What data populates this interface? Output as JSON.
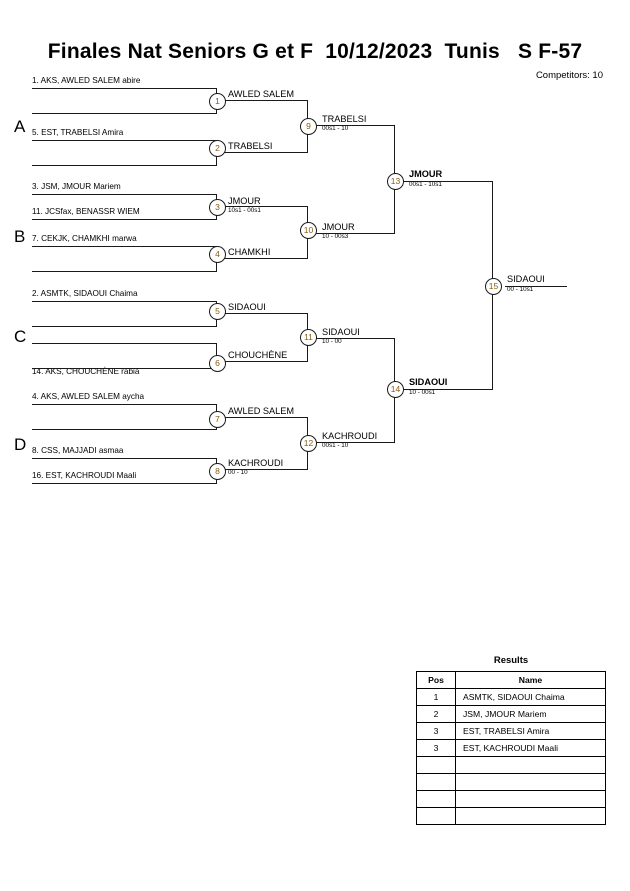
{
  "header": {
    "title": "Finales Nat Seniors G et F  10/12/2023  Tunis   S F-57",
    "competitors": "Competitors: 10"
  },
  "groups": [
    {
      "letter": "A"
    },
    {
      "letter": "B"
    },
    {
      "letter": "C"
    },
    {
      "letter": "D"
    }
  ],
  "round1": [
    {
      "num": "1",
      "top_seed": "1. AKS, AWLED SALEM abire",
      "bottom_seed": "",
      "winner": "AWLED SALEM",
      "score": ""
    },
    {
      "num": "2",
      "top_seed": "5. EST, TRABELSI Amira",
      "bottom_seed": "",
      "winner": "TRABELSI",
      "score": ""
    },
    {
      "num": "3",
      "top_seed": "3. JSM, JMOUR Mariem",
      "bottom_seed": "11. JCSfax, BENASSR WIEM",
      "winner": "JMOUR",
      "score": "10s1 - 00s1"
    },
    {
      "num": "4",
      "top_seed": "7. CEKJK, CHAMKHI marwa",
      "bottom_seed": "",
      "winner": "CHAMKHI",
      "score": ""
    },
    {
      "num": "5",
      "top_seed": "2. ASMTK, SIDAOUI Chaima",
      "bottom_seed": "",
      "winner": "SIDAOUI",
      "score": ""
    },
    {
      "num": "6",
      "top_seed": "",
      "bottom_seed": "14. AKS, CHOUCHÈNE rabia",
      "winner": "CHOUCHÈNE",
      "score": ""
    },
    {
      "num": "7",
      "top_seed": "4. AKS, AWLED SALEM aycha",
      "bottom_seed": "",
      "winner": "AWLED SALEM",
      "score": ""
    },
    {
      "num": "8",
      "top_seed": "8. CSS, MAJJADI asmaa",
      "bottom_seed": "16. EST, KACHROUDI Maali",
      "winner": "KACHROUDI",
      "score": "00 - 10"
    }
  ],
  "round2": [
    {
      "num": "9",
      "winner": "TRABELSI",
      "score": "00s1 - 10"
    },
    {
      "num": "10",
      "winner": "JMOUR",
      "score": "10 - 00s3"
    },
    {
      "num": "11",
      "winner": "SIDAOUI",
      "score": "10 - 00"
    },
    {
      "num": "12",
      "winner": "KACHROUDI",
      "score": "00s1 - 10"
    }
  ],
  "round3": [
    {
      "num": "13",
      "winner": "JMOUR",
      "score": "00s1 - 10s1"
    },
    {
      "num": "14",
      "winner": "SIDAOUI",
      "score": "10 - 00s1"
    }
  ],
  "final": {
    "num": "15",
    "winner": "SIDAOUI",
    "score": "00 - 10s1"
  },
  "results": {
    "title": "Results",
    "columns": [
      "Pos",
      "Name"
    ],
    "rows": [
      {
        "pos": "1",
        "name": "ASMTK, SIDAOUI Chaima"
      },
      {
        "pos": "2",
        "name": "JSM, JMOUR Mariem"
      },
      {
        "pos": "3",
        "name": "EST, TRABELSI Amira"
      },
      {
        "pos": "3",
        "name": "EST, KACHROUDI Maali"
      },
      {
        "pos": "",
        "name": ""
      },
      {
        "pos": "",
        "name": ""
      },
      {
        "pos": "",
        "name": ""
      },
      {
        "pos": "",
        "name": ""
      }
    ]
  }
}
